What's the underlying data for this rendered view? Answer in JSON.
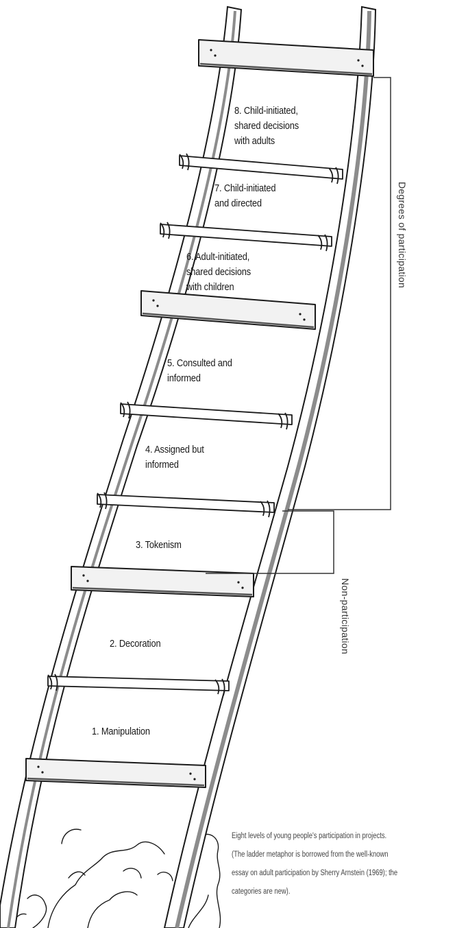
{
  "rungs": [
    {
      "level": 8,
      "lines": [
        "8. Child-initiated,",
        "shared decisions",
        "with adults"
      ]
    },
    {
      "level": 7,
      "lines": [
        "7. Child-initiated",
        "and directed"
      ]
    },
    {
      "level": 6,
      "lines": [
        "6. Adult-initiated,",
        "shared decisions",
        "with children"
      ]
    },
    {
      "level": 5,
      "lines": [
        "5. Consulted and",
        "informed"
      ]
    },
    {
      "level": 4,
      "lines": [
        "4. Assigned but",
        "informed"
      ]
    },
    {
      "level": 3,
      "lines": [
        "3. Tokenism"
      ]
    },
    {
      "level": 2,
      "lines": [
        "2. Decoration"
      ]
    },
    {
      "level": 1,
      "lines": [
        "1. Manipulation"
      ]
    }
  ],
  "brackets": {
    "participation": "Degrees of participation",
    "non_participation": "Non-participation"
  },
  "caption": {
    "lines": [
      "Eight levels of young people's participation in projects.",
      "(The ladder metaphor is borrowed from the well-known",
      "essay on adult participation by Sherry Arnstein (1969); the",
      "categories are new)."
    ]
  },
  "colors": {
    "ink": "#1a1a1a",
    "rail_shade": "#8c8c8c",
    "plank_fill": "#f2f2f2"
  }
}
